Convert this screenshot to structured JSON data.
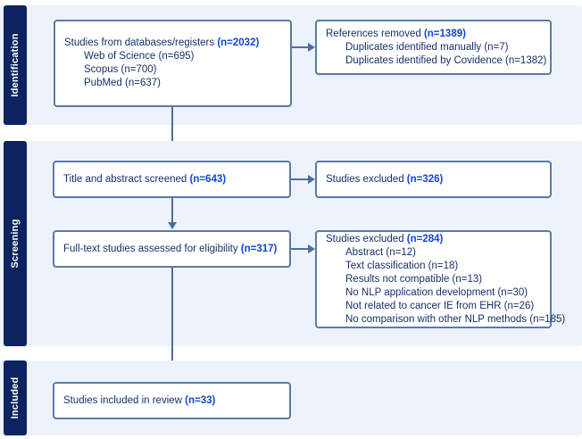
{
  "diagram": {
    "title": "PRISMA flow diagram",
    "colors": {
      "band_background": "#edf2fb",
      "band_tab": "#0b2360",
      "box_border": "#5a7ba6",
      "box_text": "#15306b",
      "count_text": "#1144dd",
      "connector": "#4e6f9e",
      "page_background": "#ffffff"
    }
  },
  "sections": [
    {
      "id": "identification",
      "label": "Identification"
    },
    {
      "id": "screening",
      "label": "Screening"
    },
    {
      "id": "included",
      "label": "Included"
    }
  ],
  "boxes": {
    "databases": {
      "head_text": "Studies from databases/registers ",
      "head_count": "(n=2032)",
      "items": [
        {
          "text": "Web of Science (n=695)"
        },
        {
          "text": "Scopus (n=700)"
        },
        {
          "text": "PubMed (n=637)"
        }
      ]
    },
    "references_removed": {
      "head_text": "References removed ",
      "head_count": "(n=1389)",
      "items": [
        {
          "text": "Duplicates identified manually (n=7)"
        },
        {
          "text": "Duplicates identified by Covidence (n=1382)"
        }
      ]
    },
    "title_abstract": {
      "head_text": "Title and abstract screened ",
      "head_count": "(n=643)",
      "items": []
    },
    "excluded_screen": {
      "head_text": "Studies excluded ",
      "head_count": "(n=326)",
      "items": []
    },
    "fulltext": {
      "head_text": "Full-text studies assessed for eligibility ",
      "head_count": "(n=317)",
      "items": []
    },
    "excluded_fulltext": {
      "head_text": "Studies excluded ",
      "head_count": "(n=284)",
      "items": [
        {
          "text": "Abstract (n=12)"
        },
        {
          "text": "Text classification (n=18)"
        },
        {
          "text": "Results not compatible (n=13)"
        },
        {
          "text": "No NLP application development (n=30)"
        },
        {
          "text": "Not related to cancer IE from EHR (n=26)"
        },
        {
          "text": "No comparison with other NLP methods (n=185)"
        }
      ]
    },
    "included_review": {
      "head_text": "Studies included in review ",
      "head_count": "(n=33)",
      "items": []
    }
  }
}
